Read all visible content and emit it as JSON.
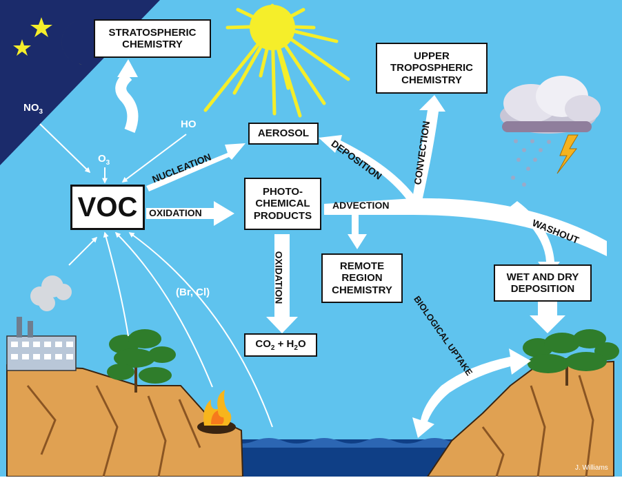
{
  "boxes": {
    "stratospheric": "STRATOSPHERIC CHEMISTRY",
    "upper_tropospheric": "UPPER TROPOSPHERIC CHEMISTRY",
    "aerosol": "AEROSOL",
    "voc": "VOC",
    "photochemical": "PHOTO- CHEMICAL PRODUCTS",
    "remote_region": "REMOTE REGION CHEMISTRY",
    "wet_dry": "WET AND DRY DEPOSITION",
    "co2_h2o": "CO2 + H2O"
  },
  "co2": {
    "c": "CO",
    "two": "2",
    "plus": " + H",
    "h2": "2",
    "o": "O"
  },
  "arrow_labels": {
    "nucleation": "NUCLEATION",
    "oxidation_h": "OXIDATION",
    "oxidation_v": "OXIDATION",
    "deposition": "DEPOSITION",
    "convection": "CONVECTION",
    "advection": "ADVECTION",
    "washout": "WASHOUT",
    "biological_uptake": "BIOLOGICAL UPTAKE"
  },
  "species": {
    "no3_base": "NO",
    "no3_sub": "3",
    "o3_base": "O",
    "o3_sub": "3",
    "ho": "HO",
    "br_cl": "(Br, Cl)"
  },
  "credit": "J. Williams",
  "colors": {
    "sky": "#5fc3ee",
    "night": "#1b2b6b",
    "sun": "#f5ee2a",
    "cliff": "#e0a152",
    "water": "#0f3f86",
    "tree": "#2f7d2b",
    "fire": "#f7b51c"
  }
}
